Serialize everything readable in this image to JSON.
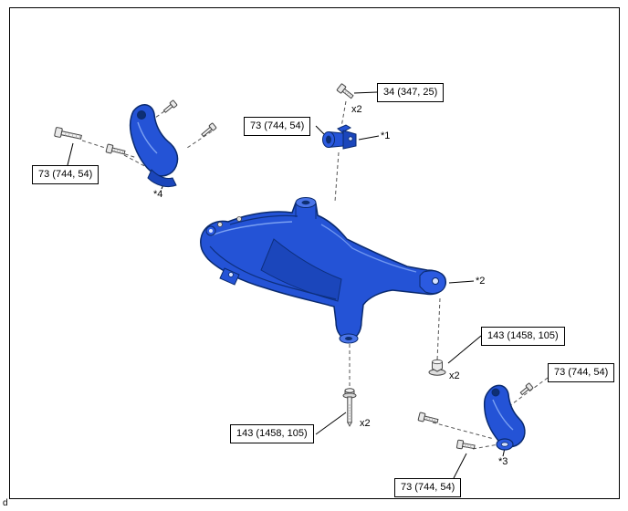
{
  "diagram": {
    "corner_label": "d",
    "part_highlight_color": "#2453d6",
    "torque_callouts": [
      "73 (744, 54)",
      "73 (744, 54)",
      "34 (347, 25)",
      "143 (1458, 105)",
      "73 (744, 54)",
      "143 (1458, 105)",
      "73 (744, 54)"
    ],
    "part_markers": [
      "*1",
      "*2",
      "*3",
      "*4"
    ],
    "qty_label": "x2"
  }
}
